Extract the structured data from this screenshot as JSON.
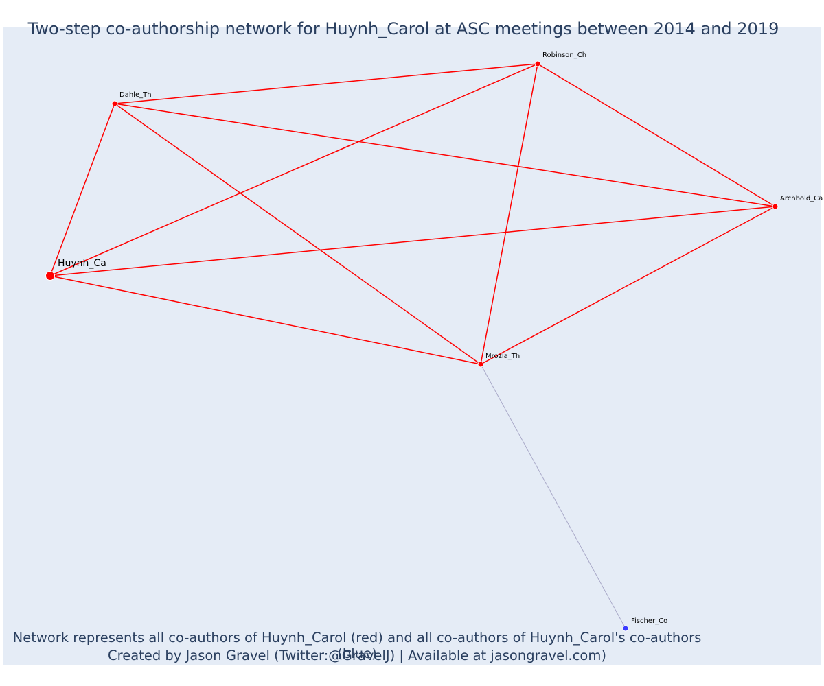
{
  "title": "Two-step co-authorship network for Huynh_Carol at ASC meetings between 2014 and 2019",
  "footer": {
    "line1": "Network represents all co-authors of Huynh_Carol (red) and all co-authors of Huynh_Carol's co-authors (blue)",
    "line2": "Created by Jason Gravel (Twitter:@GravelJ) | Available at jasongravel.com)"
  },
  "colors": {
    "background": "#e5ecf6",
    "first_degree": "#ff0000",
    "second_degree": "#3b3bff",
    "second_degree_edge": "#a9a9c8",
    "text": "#2a3f5f"
  },
  "nodes": [
    {
      "id": "huynh",
      "label": "Huynh_Ca",
      "group": "focal"
    },
    {
      "id": "dahle",
      "label": "Dahle_Th",
      "group": "first"
    },
    {
      "id": "robinson",
      "label": "Robinson_Ch",
      "group": "first"
    },
    {
      "id": "archbold",
      "label": "Archbold_Ca",
      "group": "first"
    },
    {
      "id": "mrozla",
      "label": "Mrozla_Th",
      "group": "first"
    },
    {
      "id": "fischer",
      "label": "Fischer_Co",
      "group": "second"
    }
  ],
  "edges": [
    {
      "source": "huynh",
      "target": "dahle",
      "group": "first"
    },
    {
      "source": "huynh",
      "target": "robinson",
      "group": "first"
    },
    {
      "source": "huynh",
      "target": "archbold",
      "group": "first"
    },
    {
      "source": "huynh",
      "target": "mrozla",
      "group": "first"
    },
    {
      "source": "dahle",
      "target": "robinson",
      "group": "first"
    },
    {
      "source": "dahle",
      "target": "archbold",
      "group": "first"
    },
    {
      "source": "dahle",
      "target": "mrozla",
      "group": "first"
    },
    {
      "source": "robinson",
      "target": "archbold",
      "group": "first"
    },
    {
      "source": "robinson",
      "target": "mrozla",
      "group": "first"
    },
    {
      "source": "archbold",
      "target": "mrozla",
      "group": "first"
    },
    {
      "source": "mrozla",
      "target": "fischer",
      "group": "second"
    }
  ]
}
